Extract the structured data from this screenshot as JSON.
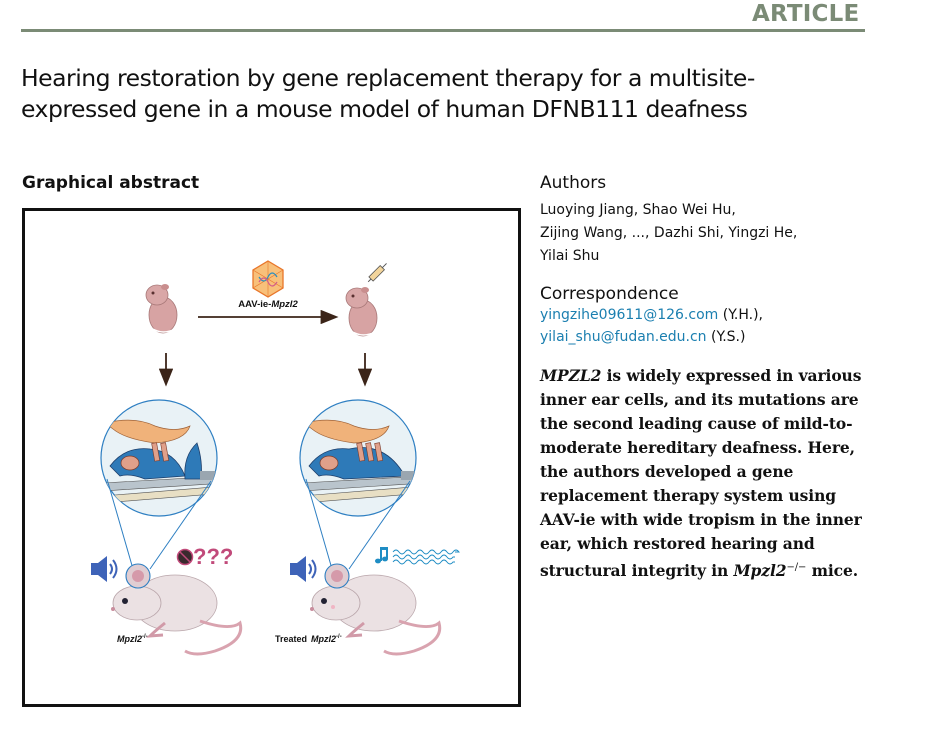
{
  "header": {
    "article_label": "ARTICLE",
    "accent_color": "#7b8b76"
  },
  "title": "Hearing restoration by gene replacement therapy for a multisite-expressed gene in a mouse model of human DFNB111 deafness",
  "graphical_abstract": {
    "heading": "Graphical abstract",
    "vector_label_prefix": "AAV-ie-",
    "vector_label_gene": "Mpzl2",
    "left_mouse_label": "Mpzl2",
    "left_mouse_superscript": "-/-",
    "right_mouse_label_prefix": "Treated",
    "right_mouse_label": "Mpzl2",
    "right_mouse_superscript": "-/-",
    "question_marks": "???",
    "icons": [
      "aav-capsid-icon",
      "syringe-icon",
      "speaker-icon",
      "muted-icon",
      "music-note-icon",
      "sound-wave-icon"
    ]
  },
  "authors": {
    "heading": "Authors",
    "lines": [
      "Luoying Jiang, Shao Wei Hu,",
      "Zijing Wang, ..., Dazhi Shi, Yingzi He,",
      "Yilai Shu"
    ]
  },
  "correspondence": {
    "heading": "Correspondence",
    "entries": [
      {
        "email": "yingzihe09611@126.com",
        "initials": "(Y.H.),"
      },
      {
        "email": "yilai_shu@fudan.edu.cn",
        "initials": "(Y.S.)"
      }
    ],
    "link_color": "#1b7fb0"
  },
  "summary": {
    "gene": "MPZL2",
    "text_1": " is widely expressed in various inner ear cells, and its mutations are the second leading cause of mild-to-moderate hereditary deafness. Here, the authors developed a gene replacement therapy system using AAV-ie with wide tropism in the inner ear, which restored hearing and structural integrity in ",
    "gene_mouse": "Mpzl2",
    "superscript": "−/−",
    "text_2": " mice."
  }
}
